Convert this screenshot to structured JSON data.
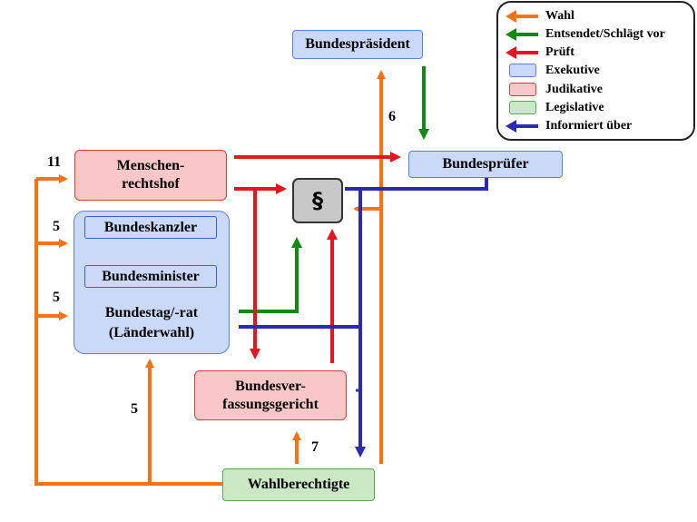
{
  "legend": {
    "wahl": "Wahl",
    "entsendet": "Entsendet/Schlägt vor",
    "prueft": "Prüft",
    "exekutive": "Exekutive",
    "judikative": "Judikative",
    "legislative": "Legislative",
    "informiert": "Informiert über"
  },
  "colors": {
    "wahl": "#f97316",
    "entsendet": "#108a10",
    "prueft": "#e8141e",
    "informiert": "#2a2ab8",
    "exekutive": "#c9d9f7",
    "judikative": "#f9c7c7",
    "legislative": "#c9e8c3"
  },
  "nodes": {
    "bundespraesident": "Bundespräsident",
    "bundespruefer": "Bundesprüfer",
    "menschenrechtshof_l1": "Menschen-",
    "menschenrechtshof_l2": "rechtshof",
    "paragraph": "§",
    "bundeskanzler": "Bundeskanzler",
    "bundesminister": "Bundesminister",
    "bundestag_l1": "Bundestag/-rat",
    "bundestag_l2": "(Länderwahl)",
    "bverfg_l1": "Bundesver-",
    "bverfg_l2": "fassungsgericht",
    "wahlberechtigte": "Wahlberechtigte"
  },
  "numbers": {
    "n11": "11",
    "n5a": "5",
    "n5b": "5",
    "n5c": "5",
    "n6": "6",
    "n7": "7"
  }
}
